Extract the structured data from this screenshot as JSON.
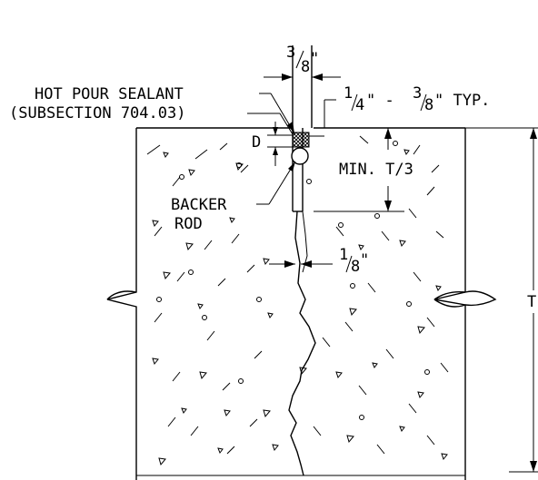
{
  "labels": {
    "sealant_line1": "HOT POUR SEALANT",
    "sealant_line2": "(SUBSECTION 704.03)",
    "top_width_num": "3",
    "top_width_den": "8",
    "top_width_unit": "\"",
    "typ_num1": "1",
    "typ_den1": "4",
    "typ_mid": "\" - ",
    "typ_num2": "3",
    "typ_den2": "8",
    "typ_end": "\" TYP.",
    "depth_d": "D",
    "min_depth": "MIN. T/3",
    "backer_line1": "BACKER",
    "backer_line2": "ROD",
    "crack_num": "1",
    "crack_den": "8",
    "crack_unit": "\"",
    "thickness": "T"
  }
}
